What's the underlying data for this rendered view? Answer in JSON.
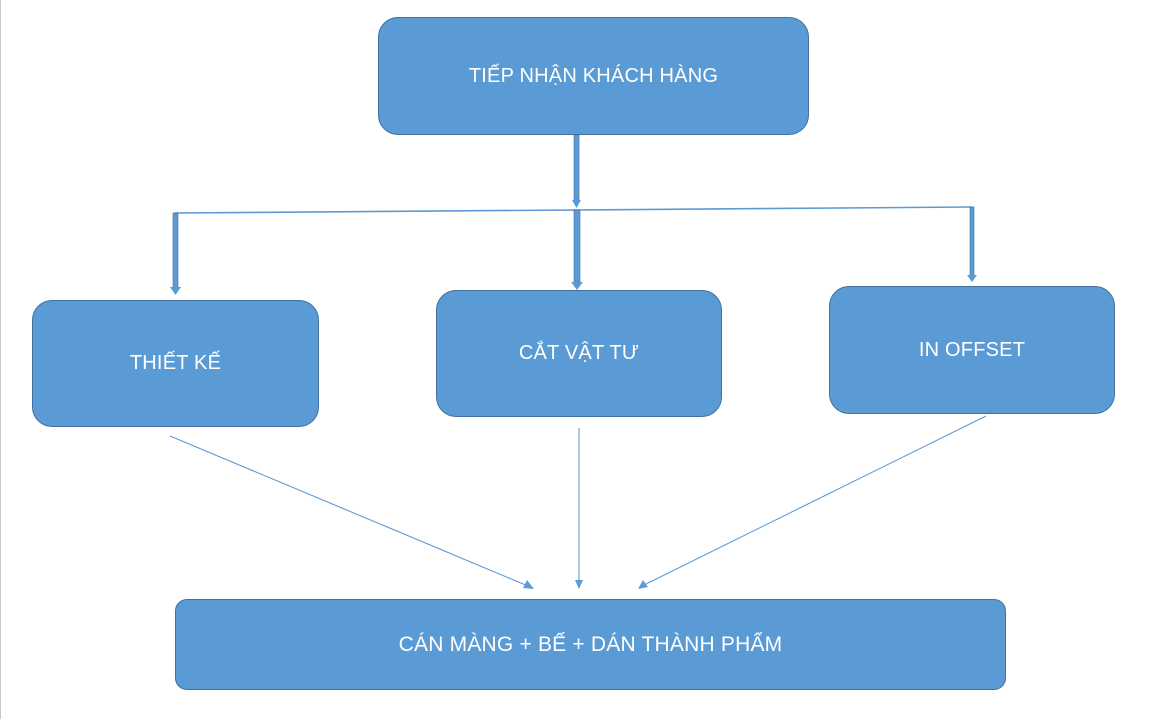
{
  "diagram": {
    "type": "flowchart",
    "colors": {
      "node_fill": "#5b9bd5",
      "node_border": "#41719c",
      "node_text": "#ffffff",
      "connector": "#5b9bd5"
    },
    "nodes": {
      "top": {
        "label": "TIẾP NHẬN KHÁCH HÀNG"
      },
      "design": {
        "label": "THIẾT KẾ"
      },
      "cut": {
        "label": "CẮT VẬT TƯ"
      },
      "offset": {
        "label": "IN OFFSET"
      },
      "bottom": {
        "label": "CÁN MÀNG + BẾ + DÁN THÀNH PHẨM"
      }
    },
    "edges": [
      {
        "from": "top",
        "to": "design"
      },
      {
        "from": "top",
        "to": "cut"
      },
      {
        "from": "top",
        "to": "offset"
      },
      {
        "from": "design",
        "to": "bottom"
      },
      {
        "from": "cut",
        "to": "bottom"
      },
      {
        "from": "offset",
        "to": "bottom"
      }
    ]
  }
}
